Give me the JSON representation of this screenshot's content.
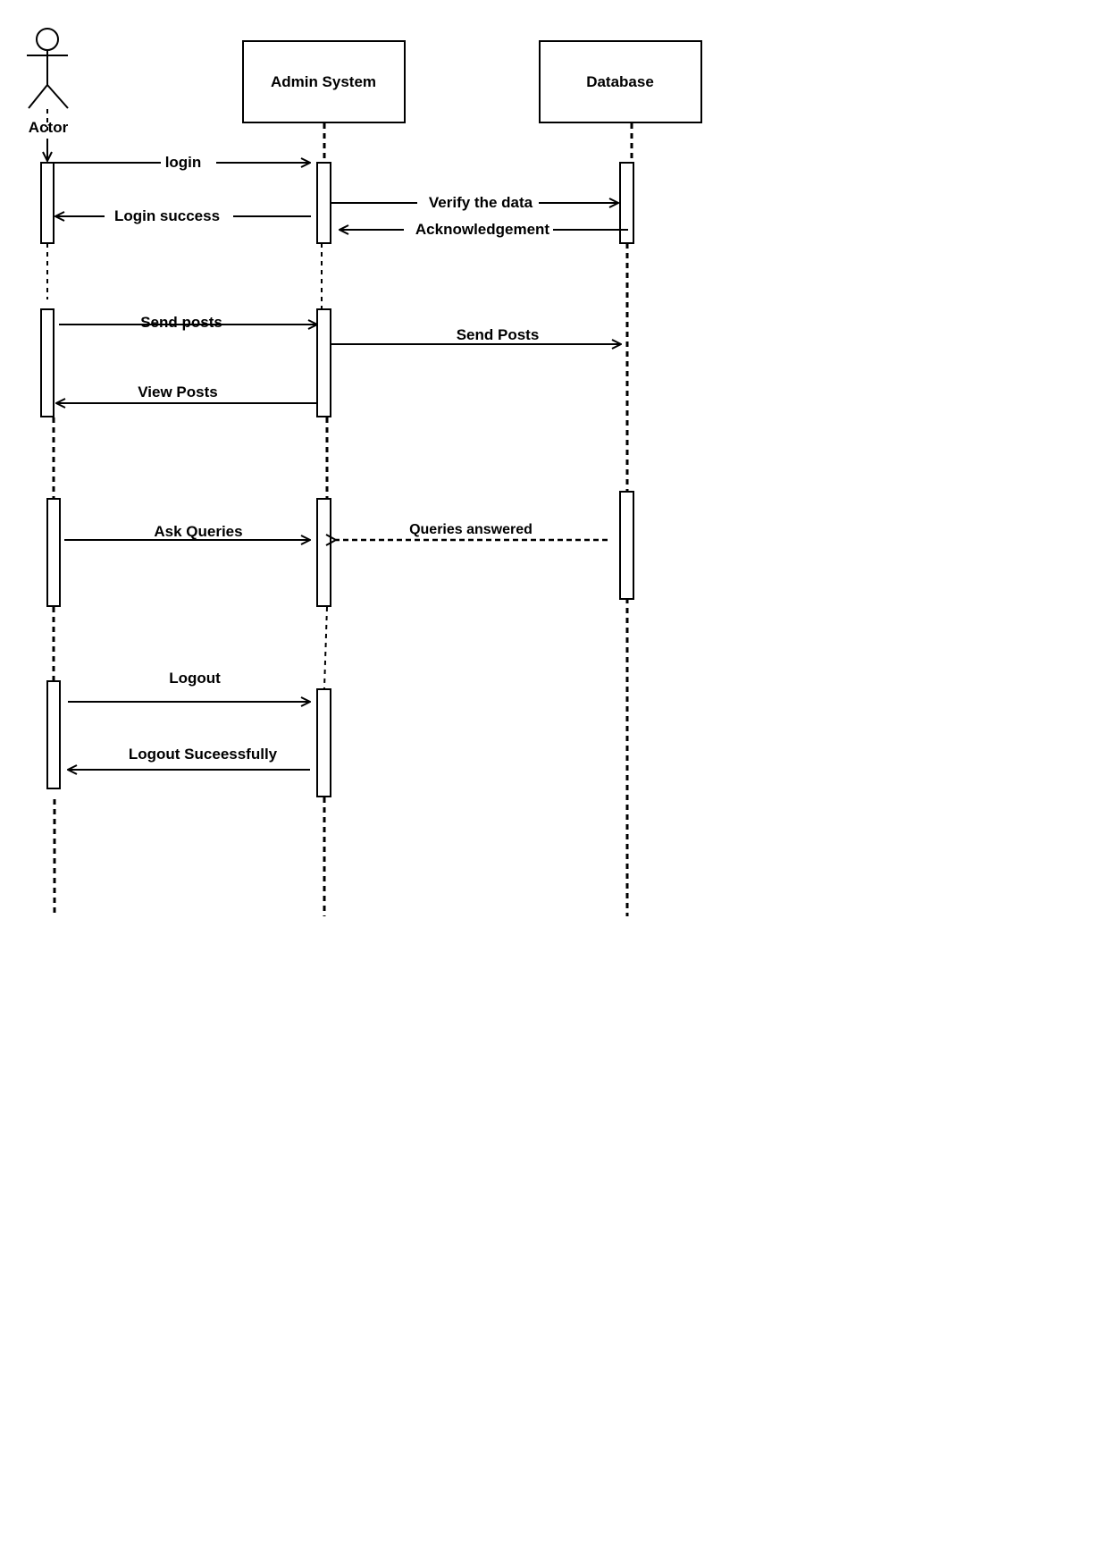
{
  "actor": {
    "label": "Actor"
  },
  "participants": {
    "admin": {
      "label": "Admin System"
    },
    "database": {
      "label": "Database"
    }
  },
  "messages": {
    "login": "login",
    "login_success": "Login success",
    "verify": "Verify the data",
    "ack": "Acknowledgement",
    "send_posts_actor": "Send posts",
    "send_posts_db": "Send Posts",
    "view_posts": "View Posts",
    "ask_queries": "Ask Queries",
    "queries_answered": "Queries answered",
    "logout": "Logout",
    "logout_success": "Logout Suceessfully"
  }
}
